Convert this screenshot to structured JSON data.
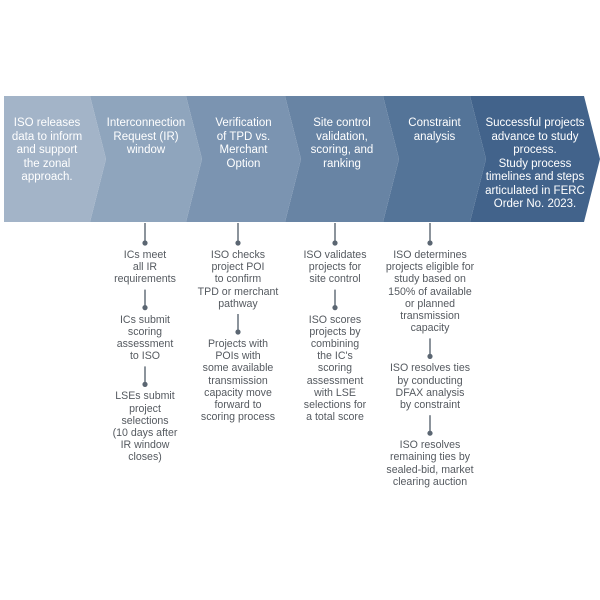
{
  "stages": [
    {
      "id": "s1",
      "color": "#a3b4c8",
      "lines": [
        "ISO releases",
        "data to inform",
        "and support",
        "the zonal",
        "approach."
      ]
    },
    {
      "id": "s2",
      "color": "#8fa5bd",
      "lines": [
        "Interconnection",
        "Request (IR)",
        "window"
      ]
    },
    {
      "id": "s3",
      "color": "#7b94b1",
      "lines": [
        "Verification",
        "of TPD vs.",
        "Merchant",
        "Option"
      ]
    },
    {
      "id": "s4",
      "color": "#6884a4",
      "lines": [
        "Site control",
        "validation,",
        "scoring, and",
        "ranking"
      ]
    },
    {
      "id": "s5",
      "color": "#547498",
      "lines": [
        "Constraint",
        "analysis"
      ]
    },
    {
      "id": "s6",
      "color": "#42638b",
      "lines": [
        "Successful projects",
        "advance to study",
        "process.",
        "Study process",
        "timelines and steps",
        "articulated in FERC",
        "Order No. 2023."
      ]
    }
  ],
  "connector_color": "#5b6672",
  "steps": [
    {
      "column": 2,
      "items": [
        [
          "ICs meet",
          "all IR",
          "requirements"
        ],
        [
          "ICs submit",
          "scoring",
          "assessment",
          "to ISO"
        ],
        [
          "LSEs submit",
          "project",
          "selections",
          "(10 days after",
          "IR window",
          "closes)"
        ]
      ]
    },
    {
      "column": 3,
      "items": [
        [
          "ISO checks",
          "project POI",
          "to confirm",
          "TPD or merchant",
          "pathway"
        ],
        [
          "Projects with",
          "POIs with",
          "some available",
          "transmission",
          "capacity move",
          "forward to",
          "scoring process"
        ]
      ]
    },
    {
      "column": 4,
      "items": [
        [
          "ISO validates",
          "projects for",
          "site control"
        ],
        [
          "ISO scores",
          "projects by",
          "combining",
          "the IC's",
          "scoring",
          "assessment",
          "with LSE",
          "selections for",
          "a total score"
        ]
      ]
    },
    {
      "column": 5,
      "items": [
        [
          "ISO determines",
          "projects eligible for",
          "study based on",
          "150% of available",
          "or planned",
          "transmission",
          "capacity"
        ],
        [
          "ISO resolves ties",
          "by conducting",
          "DFAX analysis",
          "by constraint"
        ],
        [
          "ISO resolves",
          "remaining ties by",
          "sealed-bid, market",
          "clearing auction"
        ]
      ]
    }
  ]
}
